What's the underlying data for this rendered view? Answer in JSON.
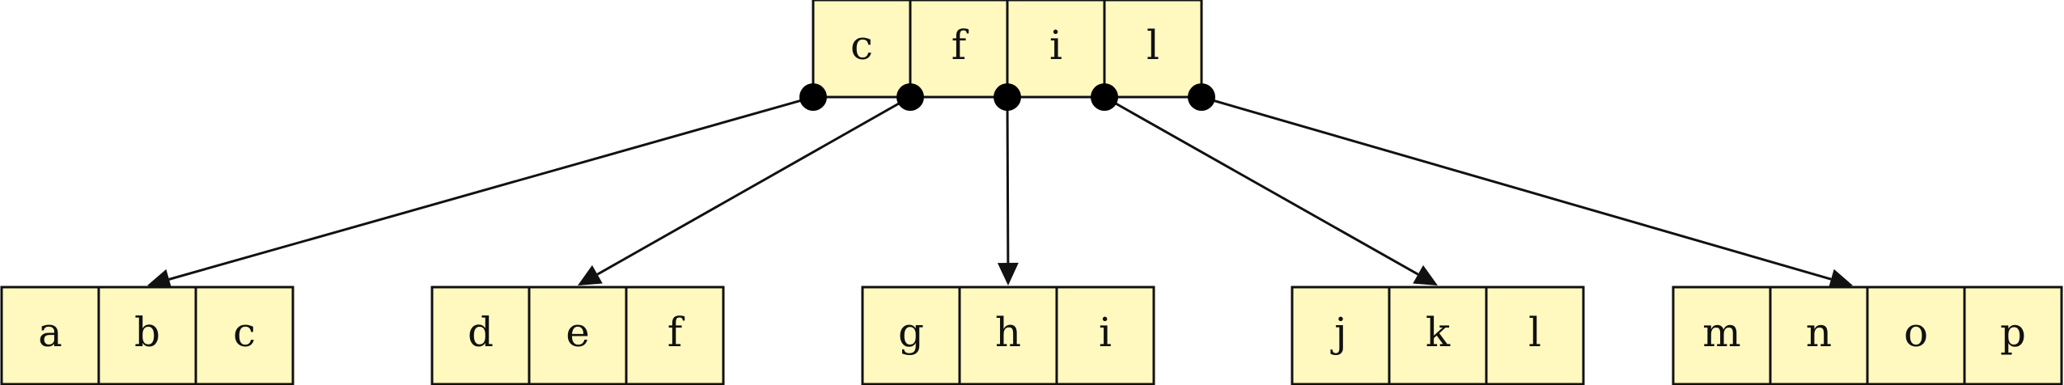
{
  "diagram": {
    "root": {
      "keys": [
        "c",
        "f",
        "i",
        "l"
      ]
    },
    "children": [
      {
        "keys": [
          "a",
          "b",
          "c"
        ]
      },
      {
        "keys": [
          "d",
          "e",
          "f"
        ]
      },
      {
        "keys": [
          "g",
          "h",
          "i"
        ]
      },
      {
        "keys": [
          "j",
          "k",
          "l"
        ]
      },
      {
        "keys": [
          "m",
          "n",
          "o",
          "p"
        ]
      }
    ],
    "edges": [
      {
        "from_pointer": 0,
        "to_child": 0,
        "to_key": 1
      },
      {
        "from_pointer": 1,
        "to_child": 1,
        "to_key": 1
      },
      {
        "from_pointer": 2,
        "to_child": 2,
        "to_key": 1
      },
      {
        "from_pointer": 3,
        "to_child": 3,
        "to_key": 1
      },
      {
        "from_pointer": 4,
        "to_child": 4,
        "to_key": 2
      }
    ],
    "colors": {
      "cell_fill": "#fff9c0",
      "stroke": "#111111"
    }
  }
}
